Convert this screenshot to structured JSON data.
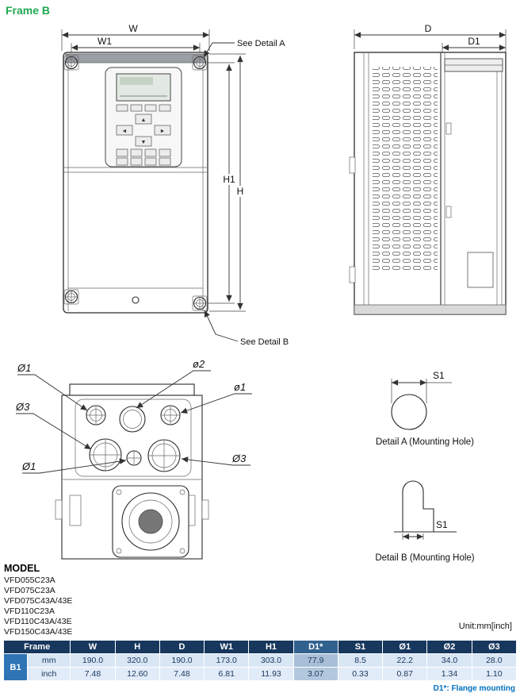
{
  "page": {
    "title": "Frame B",
    "unit_label": "Unit:mm[inch]",
    "footnote": "D1*: Flange mounting"
  },
  "front_view": {
    "dim_w": "W",
    "dim_w1": "W1",
    "dim_h": "H",
    "dim_h1": "H1",
    "see_detail_a": "See Detail A",
    "see_detail_b": "See Detail B",
    "keypad": {
      "up": "▲",
      "down": "▼",
      "left": "◄",
      "right": "►"
    }
  },
  "side_view": {
    "dim_d": "D",
    "dim_d1": "D1"
  },
  "bottom_view": {
    "label_dia1_top": "Ø1",
    "label_dia2": "ø2",
    "label_dia1_right": "ø1",
    "label_dia3_left": "Ø3",
    "label_dia1_bottom": "Ø1",
    "label_dia3_right": "Ø3"
  },
  "detail_a": {
    "dim_s1": "S1",
    "caption": "Detail A (Mounting Hole)"
  },
  "detail_b": {
    "dim_s1": "S1",
    "caption": "Detail B (Mounting Hole)"
  },
  "model": {
    "heading": "MODEL",
    "items": [
      "VFD055C23A",
      "VFD075C23A",
      "VFD075C43A/43E",
      "VFD110C23A",
      "VFD110C43A/43E",
      "VFD150C43A/43E"
    ]
  },
  "table": {
    "headers": [
      "Frame",
      "W",
      "H",
      "D",
      "W1",
      "H1",
      "D1*",
      "S1",
      "Ø1",
      "Ø2",
      "Ø3"
    ],
    "frame_label": "B1",
    "rows": [
      {
        "unit": "mm",
        "values": [
          "190.0",
          "320.0",
          "190.0",
          "173.0",
          "303.0",
          "77.9",
          "8.5",
          "22.2",
          "34.0",
          "28.0"
        ]
      },
      {
        "unit": "inch",
        "values": [
          "7.48",
          "12.60",
          "7.48",
          "6.81",
          "11.93",
          "3.07",
          "0.33",
          "0.87",
          "1.34",
          "1.10"
        ]
      }
    ]
  },
  "colors": {
    "title_green": "#1FA84F",
    "table_header_navy": "#17375D",
    "frame_cell_blue": "#2E75B5",
    "row_light_blue": "#D9E6F4",
    "d1_highlight_blue": "#A9BFD7",
    "footnote_blue": "#0070C0"
  }
}
